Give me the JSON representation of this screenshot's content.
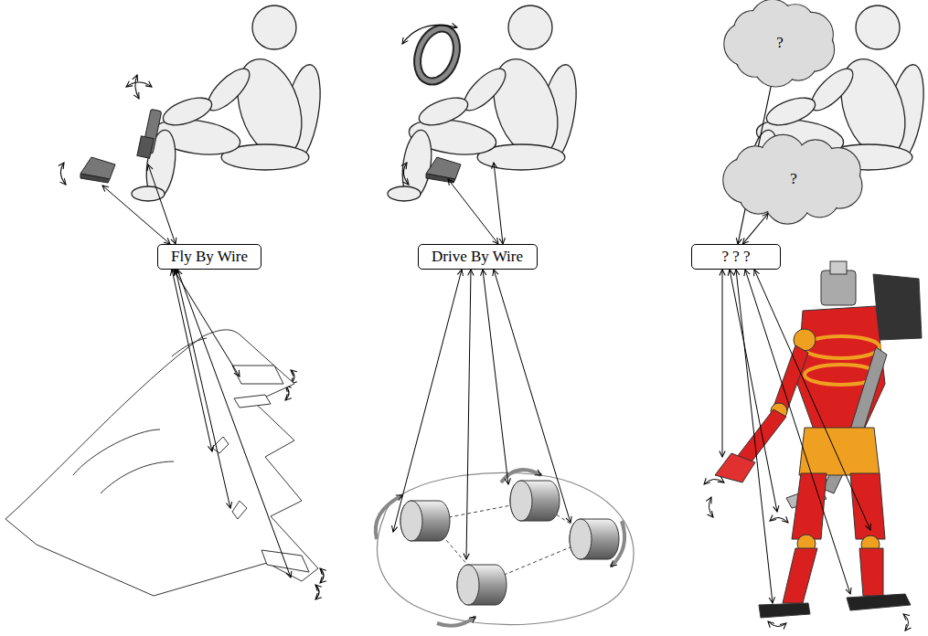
{
  "diagram": {
    "nodes": [
      {
        "text": [
          "?"
        ]
      },
      {
        "text": [
          "?"
        ]
      },
      {
        "text": [
          "Fly By Wire"
        ]
      },
      {
        "text": [
          "Drive By Wire"
        ]
      },
      {
        "text": [
          "? ? ?"
        ]
      }
    ],
    "edges": [
      {
        "from": 4,
        "to": 0,
        "arrow": "both"
      },
      {
        "from": 4,
        "to": 1,
        "arrow": "both"
      }
    ]
  }
}
